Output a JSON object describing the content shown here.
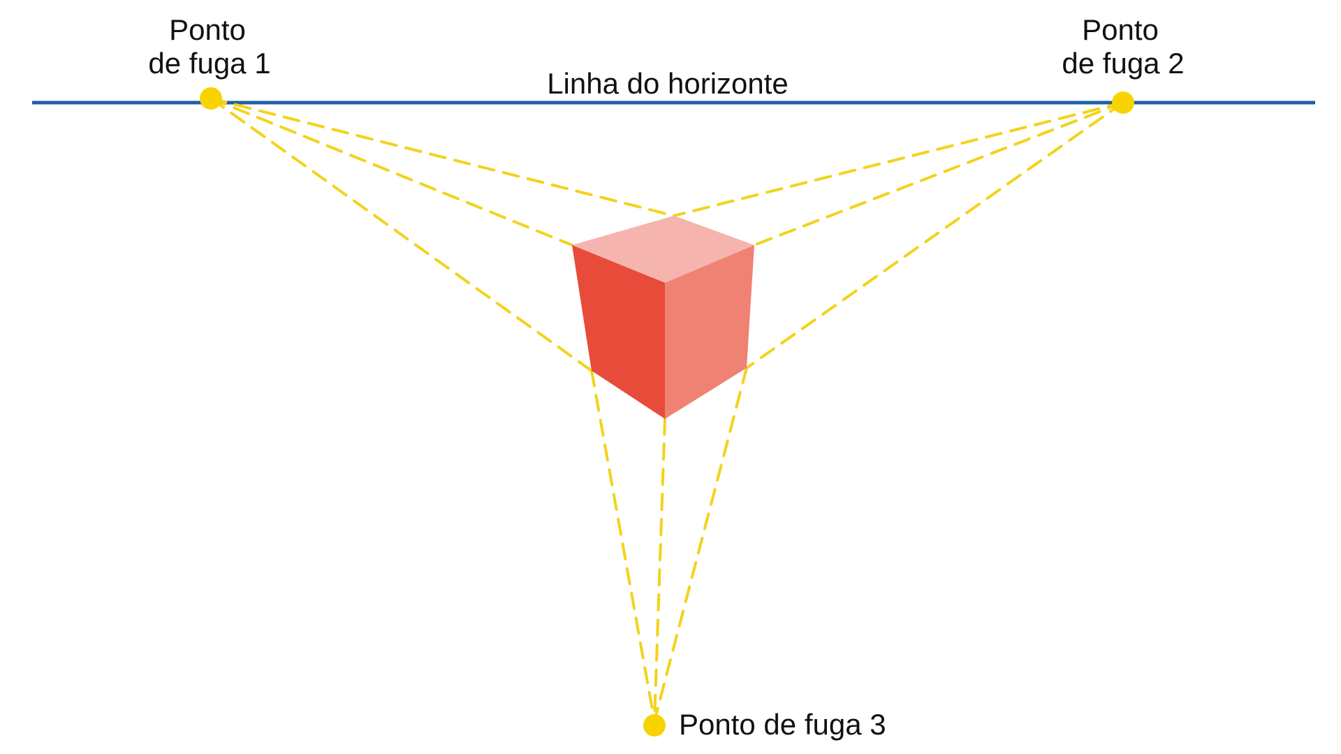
{
  "labels": {
    "vp1_line1": "Ponto",
    "vp1_line2": "de fuga 1",
    "vp2_line1": "Ponto",
    "vp2_line2": "de fuga 2",
    "vp3": "Ponto de fuga 3",
    "horizon": "Linha do horizonte"
  },
  "colors": {
    "horizon_line": "#1f5fa6",
    "vanishing_point": "#f7d400",
    "guide_line": "#f2d31b",
    "cube_top": "#f5b5ae",
    "cube_left": "#e84b3a",
    "cube_right": "#f08274",
    "text": "#111111"
  }
}
